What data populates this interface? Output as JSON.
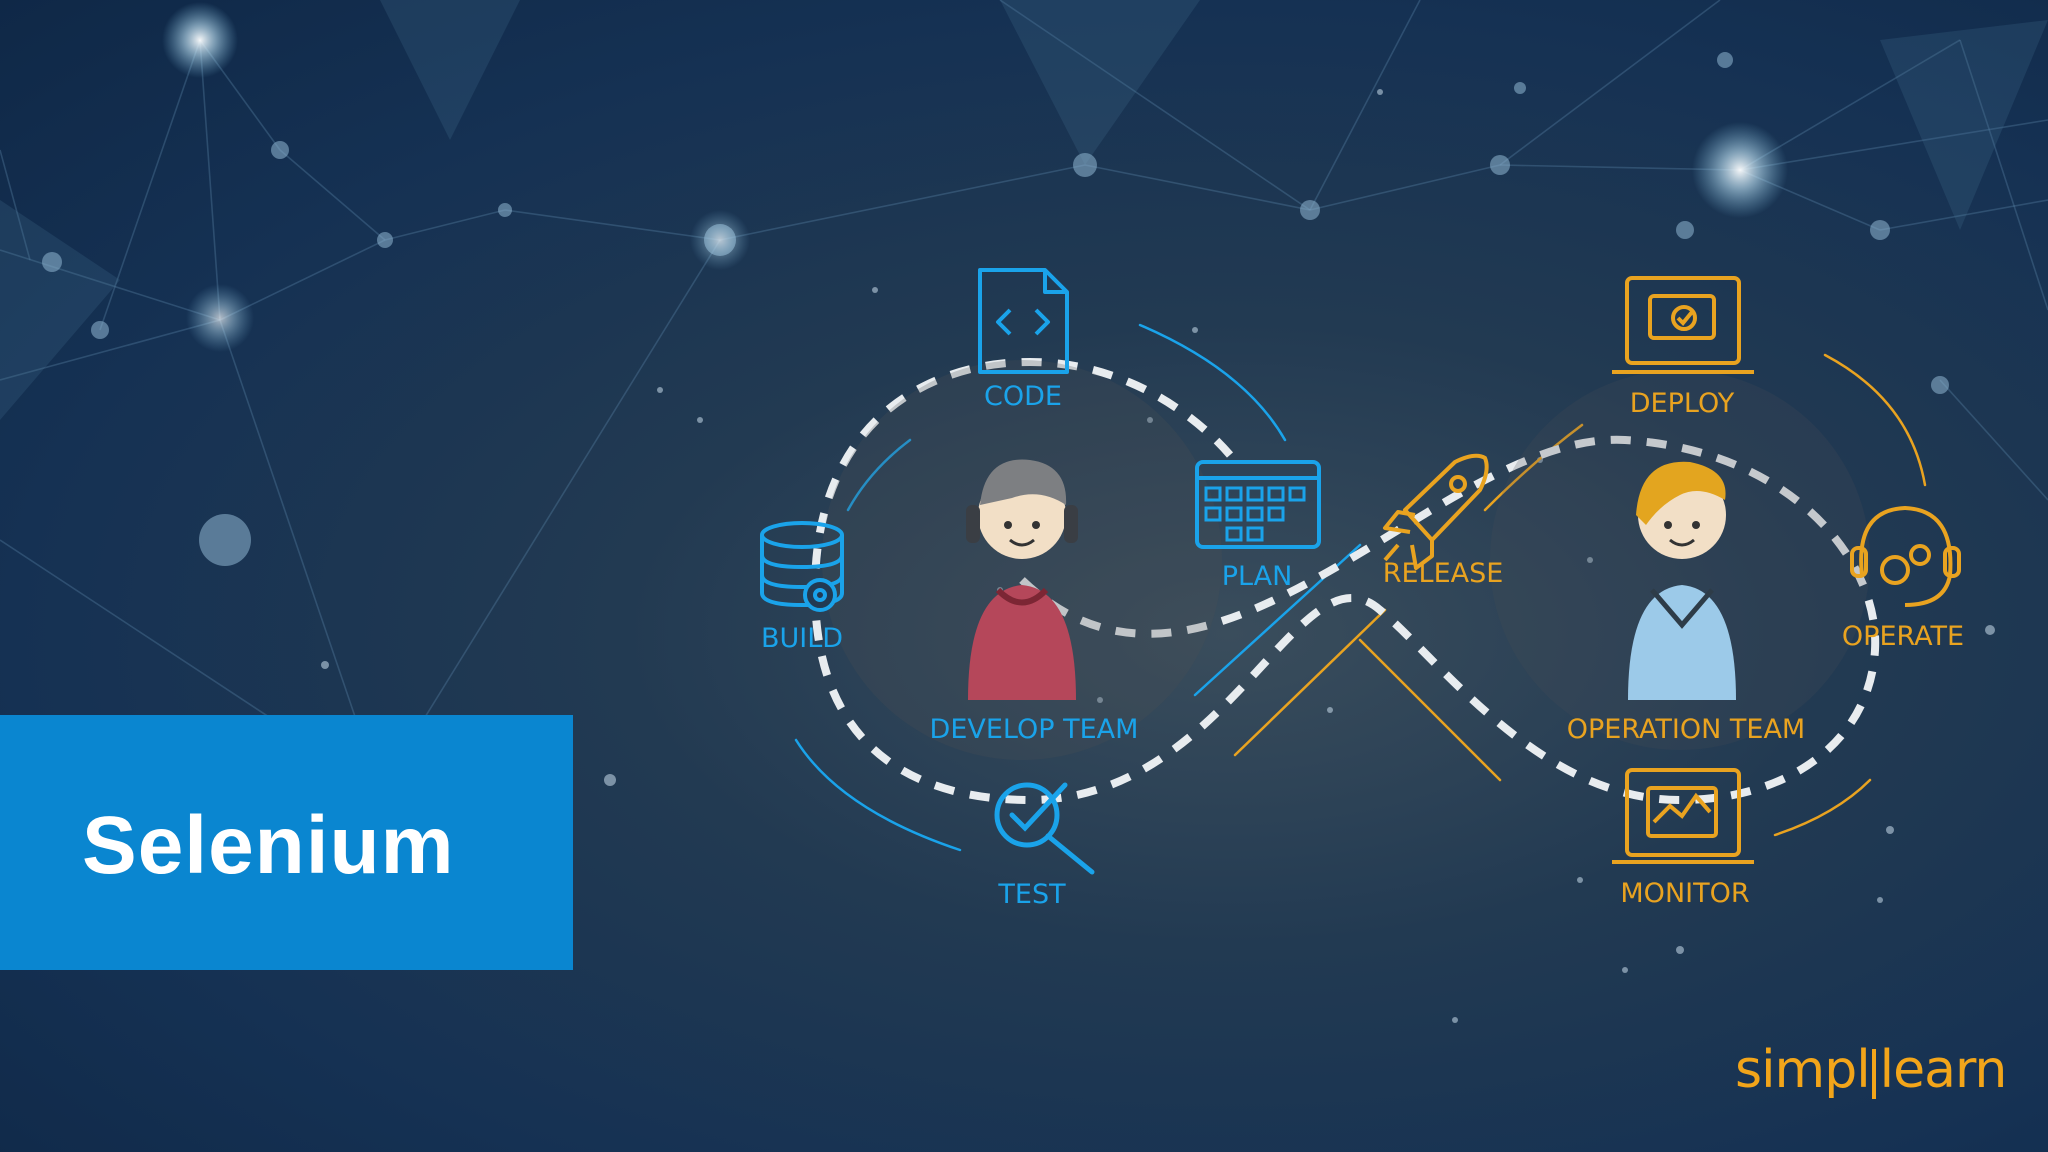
{
  "title": "Selenium",
  "logo": {
    "left": "simpl",
    "right": "learn"
  },
  "colors": {
    "dev_blue": "#1aa3ea",
    "ops_orange": "#e9a320",
    "banner": "#0a86d0"
  },
  "develop": {
    "team": "DEVELOP TEAM",
    "stages": {
      "code": "CODE",
      "plan": "PLAN",
      "build": "BUILD",
      "test": "TEST"
    }
  },
  "operation": {
    "team": "OPERATION TEAM",
    "stages": {
      "release": "RELEASE",
      "deploy": "DEPLOY",
      "operate": "OPERATE",
      "monitor": "MONITOR"
    }
  },
  "icons": {
    "code": "code-file-icon",
    "plan": "calendar-grid-icon",
    "build": "database-gear-icon",
    "test": "magnifier-check-icon",
    "release": "rocket-icon",
    "deploy": "laptop-check-icon",
    "operate": "headset-gears-icon",
    "monitor": "laptop-chart-icon"
  }
}
